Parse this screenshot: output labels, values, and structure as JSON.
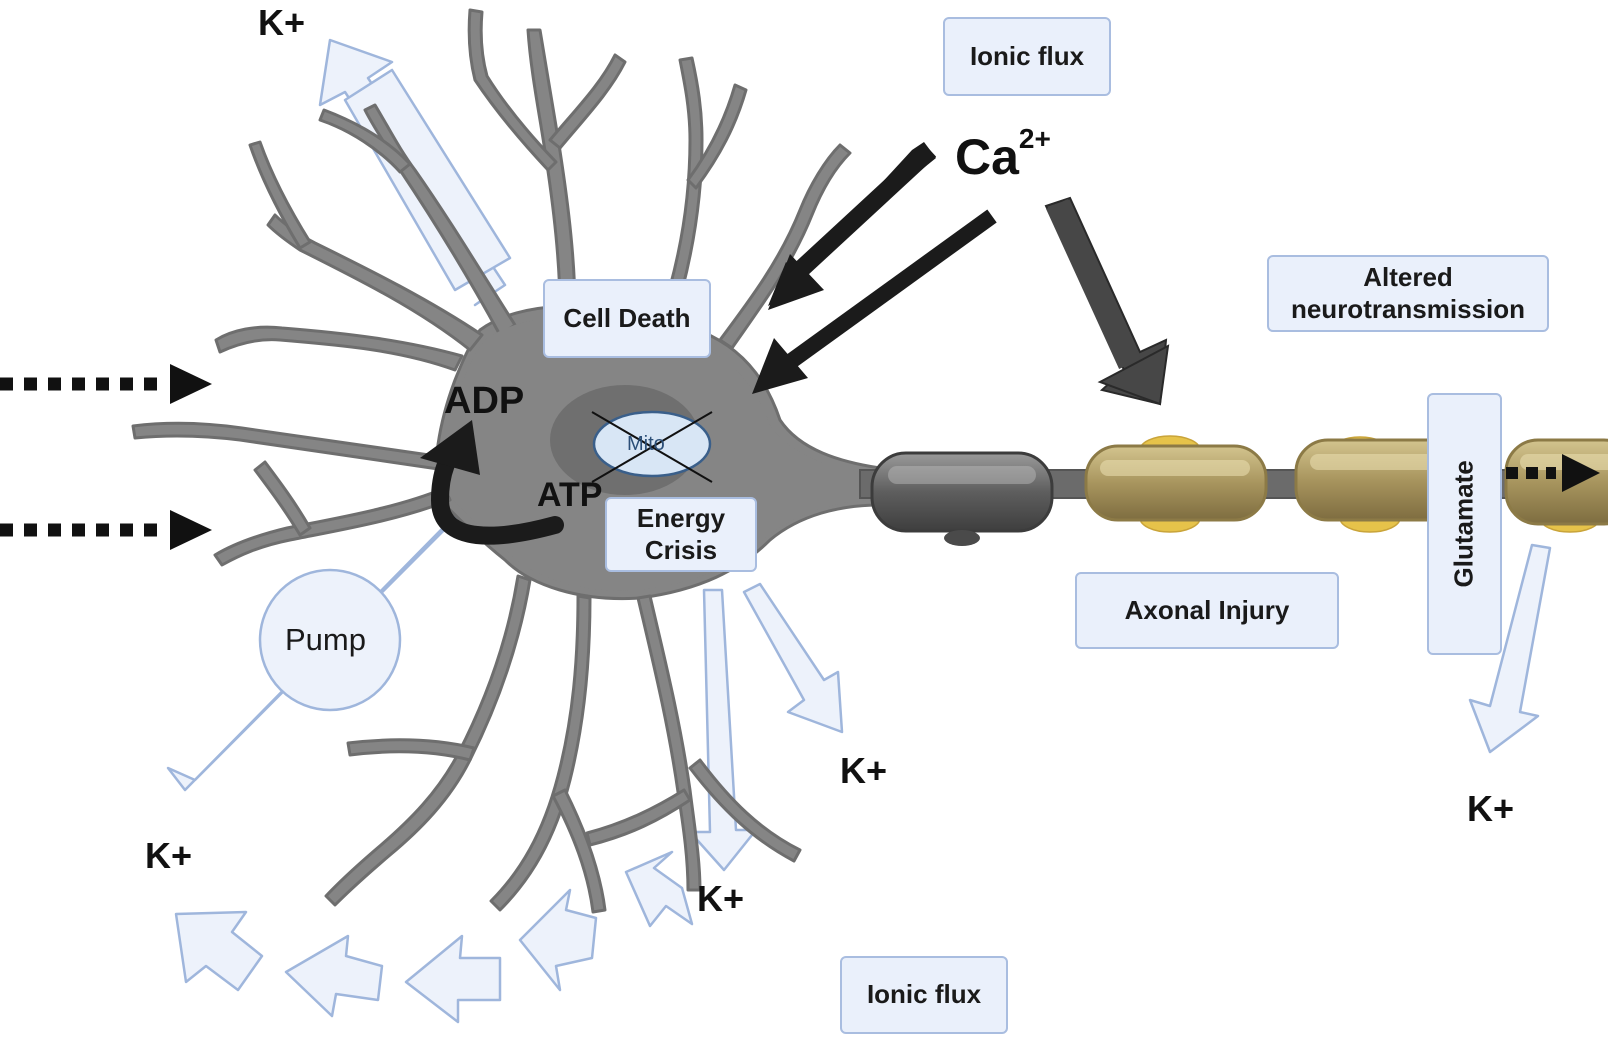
{
  "labels": {
    "ionic_flux_top": "Ionic flux",
    "ionic_flux_bottom": "Ionic flux",
    "cell_death": "Cell Death",
    "energy_crisis_line1": "Energy",
    "energy_crisis_line2": "Crisis",
    "altered_line1": "Altered",
    "altered_line2": "neurotransmission",
    "axonal_injury": "Axonal Injury",
    "glutamate": "Glutamate",
    "ca_base": "Ca",
    "ca_charge": "2+",
    "adp": "ADP",
    "atp": "ATP",
    "mito": "Mito",
    "pump": "Pump",
    "k_top": "K+",
    "k_left_bottom": "K+",
    "k_mid_right": "K+",
    "k_mid_bottom": "K+",
    "k_far_right": "K+"
  },
  "colors": {
    "cell": "#858585",
    "cell_outline": "#6b6b6b",
    "arrow_fill": "#edf2fb",
    "arrow_stroke": "#9fb6dc",
    "label_fill": "#eaf0fb",
    "label_stroke": "#a9bde0",
    "myelin": "#b5a26c",
    "dark_arrow": "#1b1b1b"
  }
}
